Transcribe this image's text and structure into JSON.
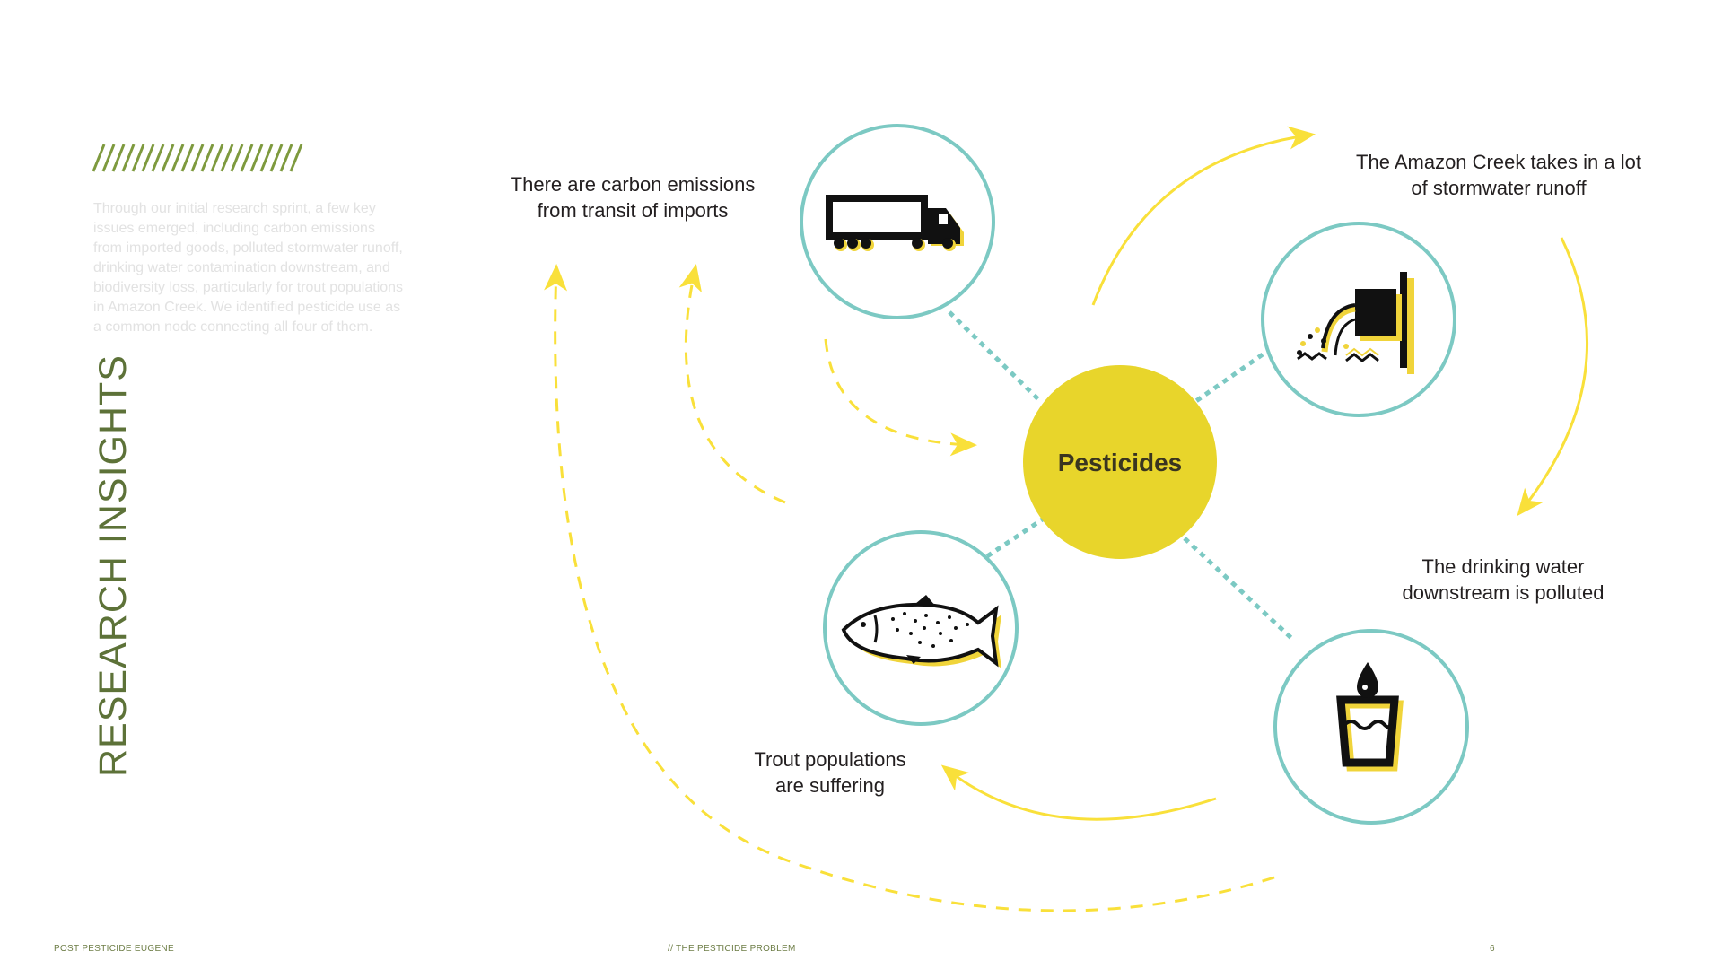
{
  "page": {
    "section_title": "RESEARCH INSIGHTS",
    "intro": "Through our initial research sprint, a few key issues emerged, including carbon emissions from imported goods, polluted stormwater runoff, drinking water contamination downstream, and biodiversity loss, particularly for trout populations in Amazon Creek. We identified pesticide use as a common node connecting all four of them."
  },
  "diagram": {
    "center_label": "Pesticides",
    "nodes": [
      {
        "key": "truck",
        "icon": "truck-icon",
        "label_lines": [
          "There are carbon emissions",
          "from transit of imports"
        ]
      },
      {
        "key": "runoff",
        "icon": "stormwater-pipe-icon",
        "label_lines": [
          "The Amazon Creek takes in a lot",
          "of stormwater runoff"
        ]
      },
      {
        "key": "water",
        "icon": "water-glass-icon",
        "label_lines": [
          "The drinking water",
          "downstream is polluted"
        ]
      },
      {
        "key": "trout",
        "icon": "trout-fish-icon",
        "label_lines": [
          "Trout populations",
          "are suffering"
        ]
      }
    ]
  },
  "footer": {
    "left": "POST PESTICIDE EUGENE",
    "center": "// THE PESTICIDE PROBLEM",
    "page_number": "6"
  },
  "colors": {
    "accent_yellow": "#e8d52b",
    "arrow_yellow": "#f9e03a",
    "ring_teal": "#7cc9c3",
    "title_green": "#5d7238",
    "hatch_green": "#7e9a3e",
    "text_dark": "#231f20"
  }
}
